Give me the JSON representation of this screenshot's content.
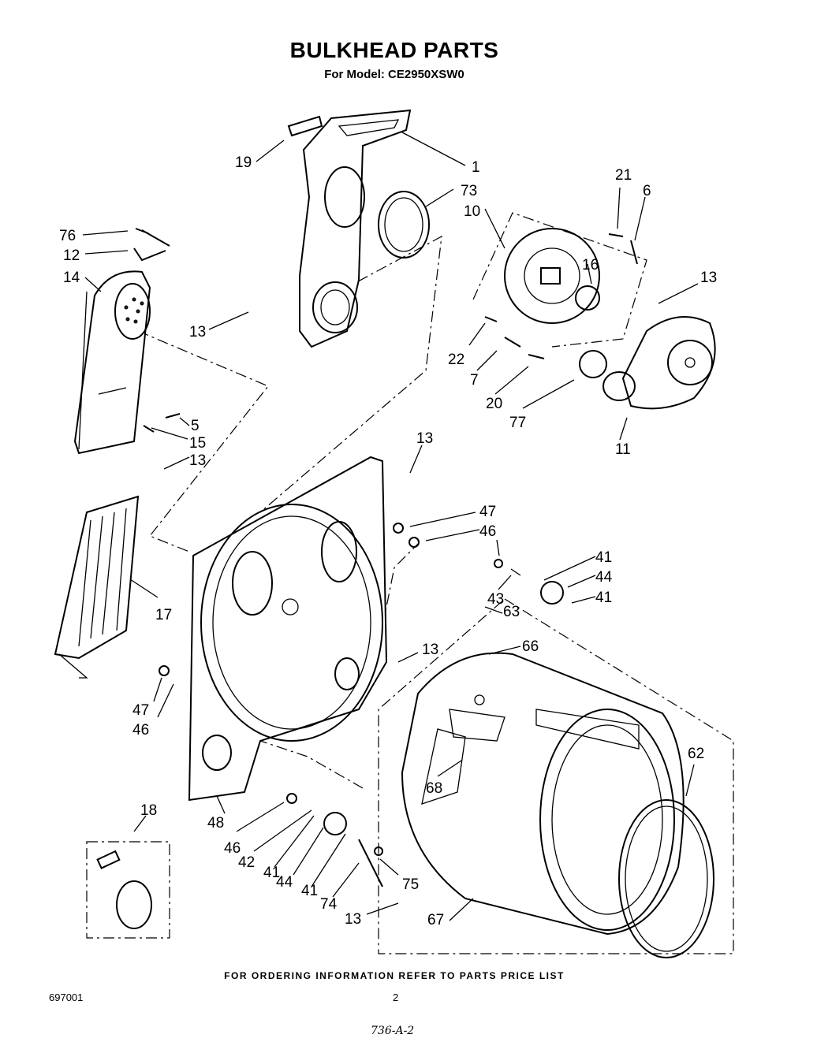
{
  "header": {
    "title": "BULKHEAD PARTS",
    "subtitle": "For Model: CE2950XSW0"
  },
  "footer": {
    "ordering_note": "FOR ORDERING INFORMATION REFER TO PARTS PRICE LIST",
    "doc_number": "697001",
    "page_number": "2",
    "handwritten_ref": "736-A-2"
  },
  "callouts": [
    "19",
    "1",
    "73",
    "10",
    "21",
    "6",
    "76",
    "12",
    "14",
    "16",
    "13",
    "13",
    "22",
    "7",
    "20",
    "77",
    "11",
    "5",
    "15",
    "13",
    "13",
    "47",
    "46",
    "41",
    "44",
    "43",
    "41",
    "17",
    "13",
    "63",
    "66",
    "47",
    "46",
    "62",
    "68",
    "18",
    "48",
    "46",
    "42",
    "41",
    "44",
    "41",
    "74",
    "75",
    "13",
    "67"
  ]
}
